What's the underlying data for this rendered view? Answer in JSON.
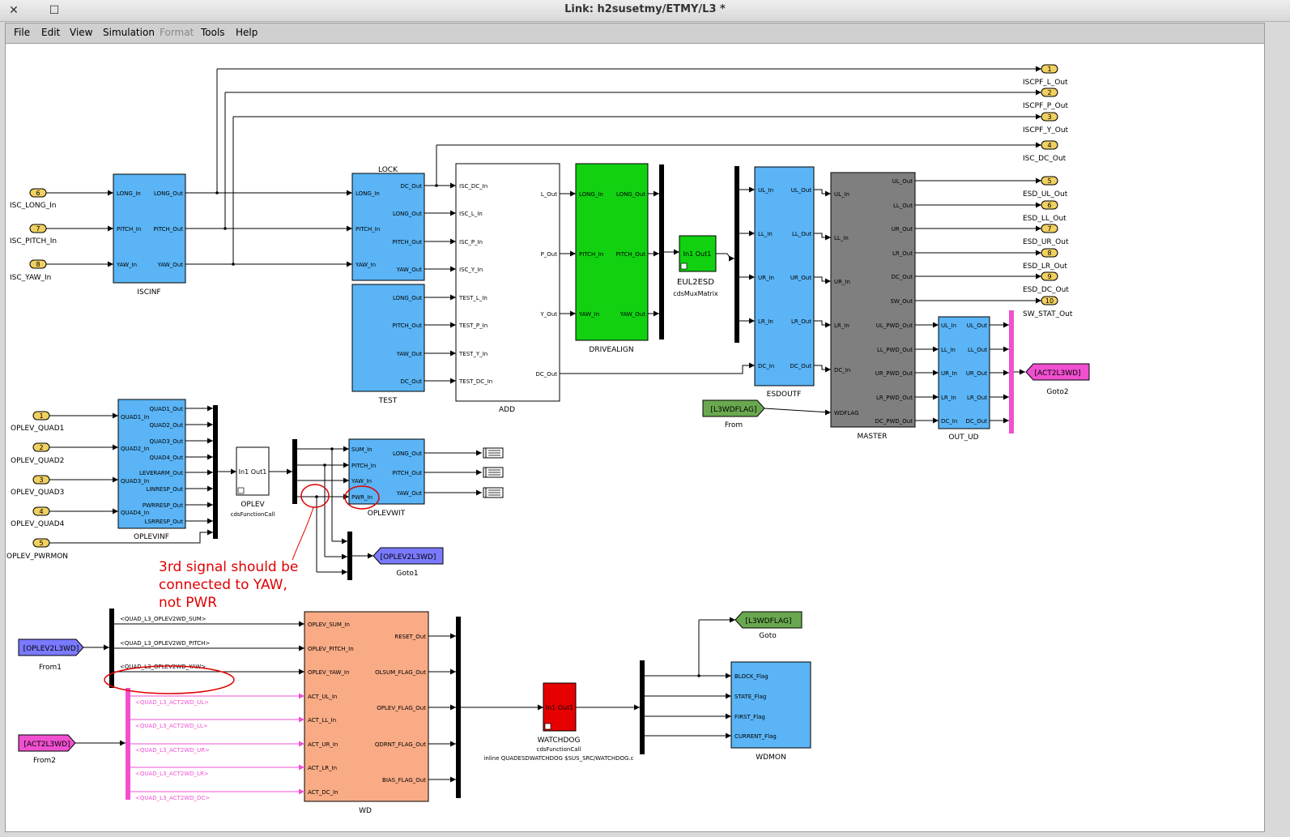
{
  "window": {
    "title": "Link: h2susetmy/ETMY/L3 *",
    "close_glyph": "✕",
    "maximize_glyph": "☐"
  },
  "menu": [
    "File",
    "Edit",
    "View",
    "Simulation",
    "Format",
    "Tools",
    "Help"
  ],
  "menu_disabled": [
    "Format"
  ],
  "colors": {
    "blue": "#5ab4f5",
    "green": "#11d111",
    "gray": "#7f7f7f",
    "salmon": "#f9ab85",
    "red": "#e60000",
    "magenta": "#f050d0",
    "port_yellow": "#f0d060",
    "goto_purple": "#7a7aff",
    "flag_green": "#6aa84f",
    "annotation_red": "#e00000"
  },
  "outports": [
    {
      "num": "1",
      "name": "ISCPF_L_Out"
    },
    {
      "num": "2",
      "name": "ISCPF_P_Out"
    },
    {
      "num": "3",
      "name": "ISCPF_Y_Out"
    },
    {
      "num": "4",
      "name": "ISC_DC_Out"
    },
    {
      "num": "5",
      "name": "ESD_UL_Out"
    },
    {
      "num": "6",
      "name": "ESD_LL_Out"
    },
    {
      "num": "7",
      "name": "ESD_UR_Out"
    },
    {
      "num": "8",
      "name": "ESD_LR_Out"
    },
    {
      "num": "9",
      "name": "ESD_DC_Out"
    },
    {
      "num": "10",
      "name": "SW_STAT_Out"
    }
  ],
  "inports": [
    {
      "num": "6",
      "name": "ISC_LONG_In"
    },
    {
      "num": "7",
      "name": "ISC_PITCH_In"
    },
    {
      "num": "8",
      "name": "ISC_YAW_In"
    },
    {
      "num": "1",
      "name": "OPLEV_QUAD1"
    },
    {
      "num": "2",
      "name": "OPLEV_QUAD2"
    },
    {
      "num": "3",
      "name": "OPLEV_QUAD3"
    },
    {
      "num": "4",
      "name": "OPLEV_QUAD4"
    },
    {
      "num": "5",
      "name": "OPLEV_PWRMON"
    }
  ],
  "blocks": {
    "iscinf": {
      "name": "ISCINF",
      "in": [
        "LONG_In",
        "PITCH_In",
        "YAW_In"
      ],
      "out": [
        "LONG_Out",
        "PITCH_Out",
        "YAW_Out"
      ]
    },
    "lock": {
      "name": "LOCK",
      "in": [
        "LONG_In",
        "PITCH_In",
        "YAW_In"
      ],
      "out": [
        "DC_Out",
        "LONG_Out",
        "PITCH_Out",
        "YAW_Out"
      ]
    },
    "test": {
      "name": "TEST",
      "out": [
        "LONG_Out",
        "PITCH_Out",
        "YAW_Out",
        "DC_Out"
      ]
    },
    "add": {
      "name": "ADD",
      "in": [
        "ISC_DC_In",
        "ISC_L_In",
        "ISC_P_In",
        "ISC_Y_In",
        "TEST_L_In",
        "TEST_P_In",
        "TEST_Y_In",
        "TEST_DC_In"
      ],
      "out": [
        "L_Out",
        "P_Out",
        "Y_Out",
        "DC_Out"
      ]
    },
    "drivealign": {
      "name": "DRIVEALIGN",
      "in": [
        "LONG_In",
        "PITCH_In",
        "YAW_In"
      ],
      "out": [
        "LONG_Out",
        "PITCH_Out",
        "YAW_Out"
      ]
    },
    "eul2esd": {
      "name": "EUL2ESD",
      "sub": "cdsMuxMatrix",
      "text": "In1 Out1"
    },
    "esdoutf": {
      "name": "ESDOUTF",
      "in": [
        "UL_In",
        "LL_In",
        "UR_In",
        "LR_In",
        "DC_In"
      ],
      "out": [
        "UL_Out",
        "LL_Out",
        "UR_Out",
        "LR_Out",
        "DC_Out"
      ]
    },
    "master": {
      "name": "MASTER",
      "in": [
        "UL_In",
        "LL_In",
        "UR_In",
        "LR_In",
        "DC_In",
        "WDFLAG"
      ],
      "out": [
        "UL_Out",
        "LL_Out",
        "UR_Out",
        "LR_Out",
        "DC_Out",
        "SW_Out",
        "UL_PWD_Out",
        "LL_PWD_Out",
        "UR_PWD_Out",
        "LR_PWD_Out",
        "DC_PWD_Out"
      ]
    },
    "out_ud": {
      "name": "OUT_UD",
      "in": [
        "UL_In",
        "LL_In",
        "UR_In",
        "LR_In",
        "DC_In"
      ],
      "out": [
        "UL_Out",
        "LL_Out",
        "UR_Out",
        "LR_Out",
        "DC_Out"
      ]
    },
    "oplevinf": {
      "name": "OPLEVINF",
      "in": [
        "QUAD1_In",
        "QUAD2_In",
        "QUAD3_In",
        "QUAD4_In"
      ],
      "out": [
        "QUAD1_Out",
        "QUAD2_Out",
        "QUAD3_Out",
        "QUAD4_Out",
        "LEVERARM_Out",
        "LINRESP_Out",
        "PWRRESP_Out",
        "LSRRESP_Out"
      ]
    },
    "oplev": {
      "name": "OPLEV",
      "sub": "cdsFunctionCall",
      "text": "In1 Out1"
    },
    "oplevwit": {
      "name": "OPLEVWIT",
      "in": [
        "SUM_In",
        "PITCH_In",
        "YAW_In",
        "PWR_In"
      ],
      "out": [
        "LONG_Out",
        "PITCH_Out",
        "YAW_Out"
      ]
    },
    "wd": {
      "name": "WD",
      "in": [
        "OPLEV_SUM_In",
        "OPLEV_PITCH_In",
        "OPLEV_YAW_In",
        "ACT_UL_In",
        "ACT_LL_In",
        "ACT_UR_In",
        "ACT_LR_In",
        "ACT_DC_In"
      ],
      "out": [
        "RESET_Out",
        "OLSUM_FLAG_Out",
        "OPLEV_FLAG_Out",
        "QDRNT_FLAG_Out",
        "BIAS_FLAG_Out"
      ]
    },
    "watchdog": {
      "name": "WATCHDOG",
      "sub": "cdsFunctionCall",
      "sub2": "inline QUADESDWATCHDOG $SUS_SRC/WATCHDOG.c",
      "text": "In1 Out1"
    },
    "wdmon": {
      "name": "WDMON",
      "in": [
        "BLOCK_Flag",
        "STATE_Flag",
        "FIRST_Flag",
        "CURRENT_Flag"
      ]
    }
  },
  "gotos": {
    "goto2": {
      "tag": "[ACT2L3WD]",
      "name": "Goto2"
    },
    "goto1": {
      "tag": "[OPLEV2L3WD]",
      "name": "Goto1"
    },
    "goto": {
      "tag": "[L3WDFLAG]",
      "name": "Goto"
    },
    "from": {
      "tag": "[L3WDFLAG]",
      "name": "From"
    },
    "from1": {
      "tag": "[OPLEV2L3WD]",
      "name": "From1"
    },
    "from2": {
      "tag": "[ACT2L3WD]",
      "name": "From2"
    }
  },
  "signals": {
    "oplev": [
      "<QUAD_L3_OPLEV2WD_SUM>",
      "<QUAD_L3_OPLEV2WD_PITCH>",
      "<QUAD_L3_OPLEV2WD_YAW>"
    ],
    "act": [
      "<QUAD_L3_ACT2WD_UL>",
      "<QUAD_L3_ACT2WD_LL>",
      "<QUAD_L3_ACT2WD_UR>",
      "<QUAD_L3_ACT2WD_LR>",
      "<QUAD_L3_ACT2WD_DC>"
    ]
  },
  "annotation": [
    "3rd signal should be",
    "connected to YAW,",
    "not PWR"
  ]
}
